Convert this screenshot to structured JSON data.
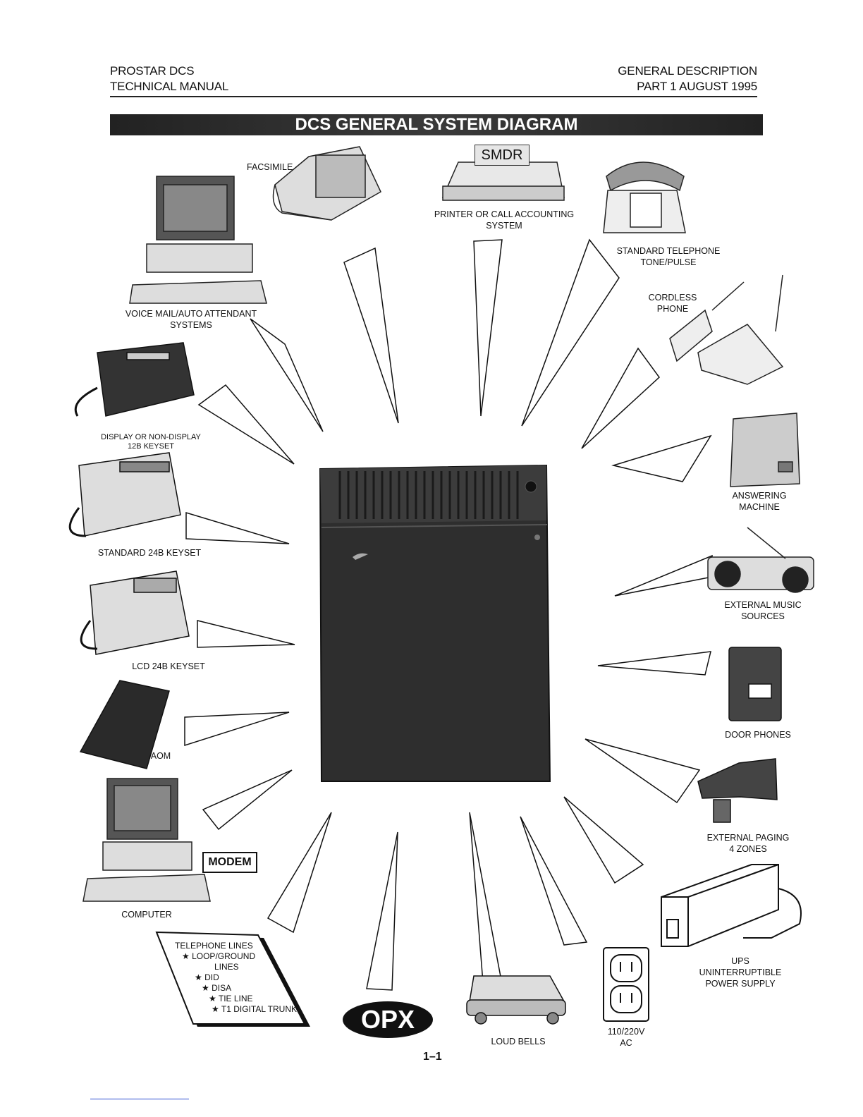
{
  "header": {
    "left_line1": "PROSTAR DCS",
    "left_line2": "TECHNICAL MANUAL",
    "right_line1": "GENERAL DESCRIPTION",
    "right_line2": "PART 1   AUGUST 1995"
  },
  "banner_title": "DCS GENERAL SYSTEM DIAGRAM",
  "labels": {
    "facsimile": "FACSIMILE",
    "smdr": "SMDR",
    "printer_1": "PRINTER OR CALL ACCOUNTING",
    "printer_2": "SYSTEM",
    "std_phone_1": "STANDARD TELEPHONE",
    "std_phone_2": "TONE/PULSE",
    "cordless_1": "CORDLESS",
    "cordless_2": "PHONE",
    "voicemail_1": "VOICE MAIL/AUTO ATTENDANT",
    "voicemail_2": "SYSTEMS",
    "display_1": "DISPLAY OR NON-DISPLAY",
    "display_2": "12B KEYSET",
    "answering_1": "ANSWERING",
    "answering_2": "MACHINE",
    "std24_": "STANDARD 24B KEYSET",
    "music_1": "EXTERNAL MUSIC",
    "music_2": "SOURCES",
    "lcd24": "LCD 24B KEYSET",
    "door": "DOOR PHONES",
    "aom": "AOM",
    "paging_1": "EXTERNAL PAGING",
    "paging_2": "4 ZONES",
    "modem": "MODEM",
    "computer": "COMPUTER",
    "ups_1": "UPS",
    "ups_2": "UNINTERRUPTIBLE",
    "ups_3": "POWER SUPPLY",
    "opx": "OPX",
    "bells": "LOUD BELLS",
    "ac_1": "110/220V",
    "ac_2": "AC"
  },
  "telephone_lines": {
    "title": "TELEPHONE LINES",
    "items": [
      "★ LOOP/GROUND",
      "LINES",
      "★ DID",
      "★ DISA",
      "★ TIE LINE",
      "★ T1 DIGITAL TRUNK"
    ]
  },
  "page_number": "1–1",
  "colors": {
    "ink": "#111111",
    "cabinet": "#3a3a3a",
    "banner": "#2a2a2a",
    "paper": "#ffffff"
  }
}
